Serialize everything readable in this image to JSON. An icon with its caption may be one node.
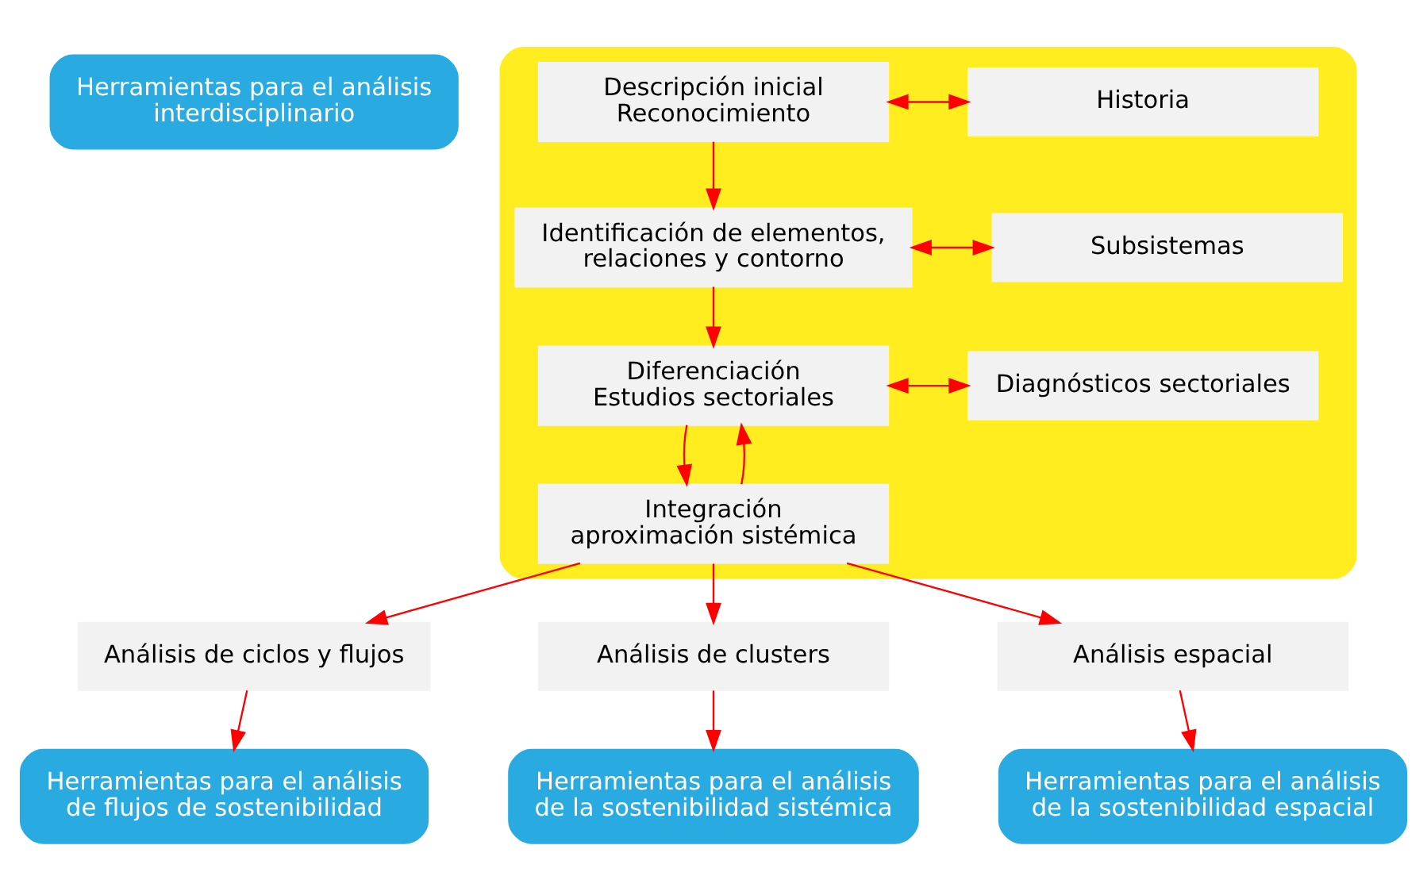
{
  "diagram": {
    "nodes": [
      {
        "text": [],
        "shape": "box"
      },
      {
        "text": [
          "Herramientas para el análisis interdisciplinario"
        ]
      },
      {
        "text": [
          "Descripción inicial",
          "Reconocimiento"
        ],
        "in": 0
      },
      {
        "text": [
          "Historia"
        ],
        "in": 0
      },
      {
        "text": [
          "Identificación de elementos, relaciones y contorno"
        ],
        "in": 0
      },
      {
        "text": [
          "Subsistemas"
        ],
        "in": 0
      },
      {
        "text": [
          "Diferenciación",
          "Estudios sectoriales"
        ],
        "in": 0
      },
      {
        "text": [
          "Diagnósticos sectoriales"
        ],
        "in": 0
      },
      {
        "text": [
          "Integración",
          "aproximación sistémica"
        ],
        "in": 0
      },
      {
        "text": [
          "Análisis de ciclos y flujos"
        ]
      },
      {
        "text": [
          "Análisis de clusters"
        ]
      },
      {
        "text": [
          "Análisis espacial"
        ]
      },
      {
        "text": [
          "Herramientas para el análisis de flujos de sostenibilidad"
        ]
      },
      {
        "text": [
          "Herramientas para el análisis de la sostenibilidad sistémica"
        ]
      },
      {
        "text": [
          "Herramientas para el análisis de la sostenibilidad espacial"
        ]
      }
    ],
    "edges": [
      {
        "from": 2,
        "to": 3,
        "arrow": "both"
      },
      {
        "from": 2,
        "to": 4,
        "arrow": "to"
      },
      {
        "from": 4,
        "to": 5,
        "arrow": "both"
      },
      {
        "from": 4,
        "to": 6,
        "arrow": "to"
      },
      {
        "from": 6,
        "to": 7,
        "arrow": "both"
      },
      {
        "from": 6,
        "to": 8,
        "arrow": "to"
      },
      {
        "from": 8,
        "to": 6,
        "arrow": "to"
      },
      {
        "from": 8,
        "to": 9,
        "arrow": "to"
      },
      {
        "from": 8,
        "to": 10,
        "arrow": "to"
      },
      {
        "from": 8,
        "to": 11,
        "arrow": "to"
      },
      {
        "from": 9,
        "to": 12,
        "arrow": "to"
      },
      {
        "from": 10,
        "to": 13,
        "arrow": "to"
      },
      {
        "from": 11,
        "to": 14,
        "arrow": "to"
      }
    ]
  }
}
